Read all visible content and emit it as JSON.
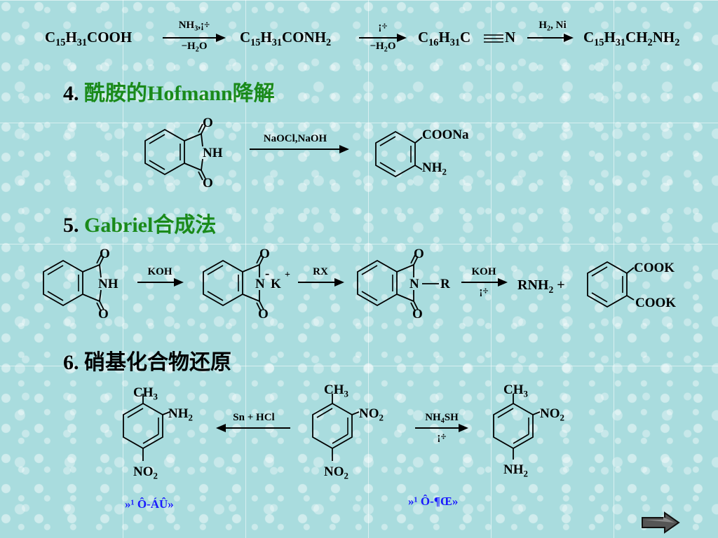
{
  "colors": {
    "heading_number": "#000000",
    "heading_text": "#1a8a1a",
    "link": "#1a1aff",
    "background": "#a9dcde"
  },
  "row1": {
    "r1": "C15H31COOH",
    "c1_top": "NH3,¡÷",
    "c1_bot": "−H2O",
    "p1": "C15H31CONH2",
    "c2_top": "¡÷",
    "c2_bot": "−H2O",
    "p2a": "C16H31C",
    "p2b": "N",
    "c3_top": "H2, Ni",
    "p3": "C15H31CH2NH2"
  },
  "section4": {
    "number": "4.",
    "title": "酰胺的Hofmann降解",
    "reagent": "NaOCl,NaOH",
    "imide_O": "O",
    "imide_NH": "NH",
    "prod_coona": "COONa",
    "prod_nh2": "NH2"
  },
  "section5": {
    "number": "5.",
    "title": "Gabriel合成法",
    "koh1": "KOH",
    "rx": "RX",
    "koh2": "KOH",
    "heat": "¡÷",
    "O": "O",
    "NH": "NH",
    "N": "N",
    "K": "K",
    "minus": "-",
    "plus": "+",
    "R": "R",
    "rnh2": "RNH2 +",
    "cook1": "COOK",
    "cook2": "COOK"
  },
  "section6": {
    "number": "6.",
    "title": "硝基化合物还原",
    "ch3": "CH3",
    "nh2": "NH2",
    "no2": "NO2",
    "sn_hcl": "Sn + HCl",
    "nh4sh": "NH4SH",
    "heat": "¡÷",
    "link1": "»¹ Ô-ÁÛ»",
    "link2": "»¹ Ô-¶Œ»"
  },
  "nav": {
    "next_icon": "arrow-right-icon"
  }
}
